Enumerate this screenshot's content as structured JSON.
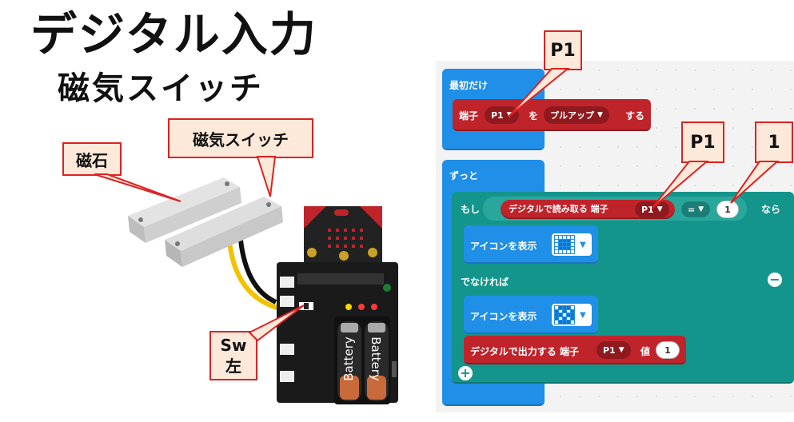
{
  "left": {
    "title": "デジタル入力",
    "subtitle": "磁気スイッチ",
    "callout_magnet": "磁石",
    "callout_switch": "磁気スイッチ",
    "callout_sw_line1": "Sw",
    "callout_sw_line2": "左",
    "battery_label": "Battery"
  },
  "right": {
    "callout_p1_top": "P1",
    "callout_p1_mid": "P1",
    "callout_one": "1",
    "on_start": {
      "label": "最初だけ",
      "pin_prefix": "端子",
      "pin_value": "P1",
      "particle": "を",
      "mode_value": "プルアップ",
      "suffix": "する"
    },
    "forever": {
      "label": "ずっと",
      "if_label": "もし",
      "read_label": "デジタルで読み取る 端子",
      "read_pin": "P1",
      "op": "=",
      "compare_value": "1",
      "then_label": "なら",
      "show_icon_label_1": "アイコンを表示",
      "else_label": "でなければ",
      "show_icon_label_2": "アイコンを表示",
      "write_label": "デジタルで出力する 端子",
      "write_pin": "P1",
      "value_label": "値",
      "write_value": "1"
    }
  },
  "colors": {
    "callout_fill": "#fde9d9",
    "callout_border": "#dd2222",
    "block_blue": "#1f8fe8",
    "block_red": "#c0242b",
    "block_teal": "#14958c"
  }
}
